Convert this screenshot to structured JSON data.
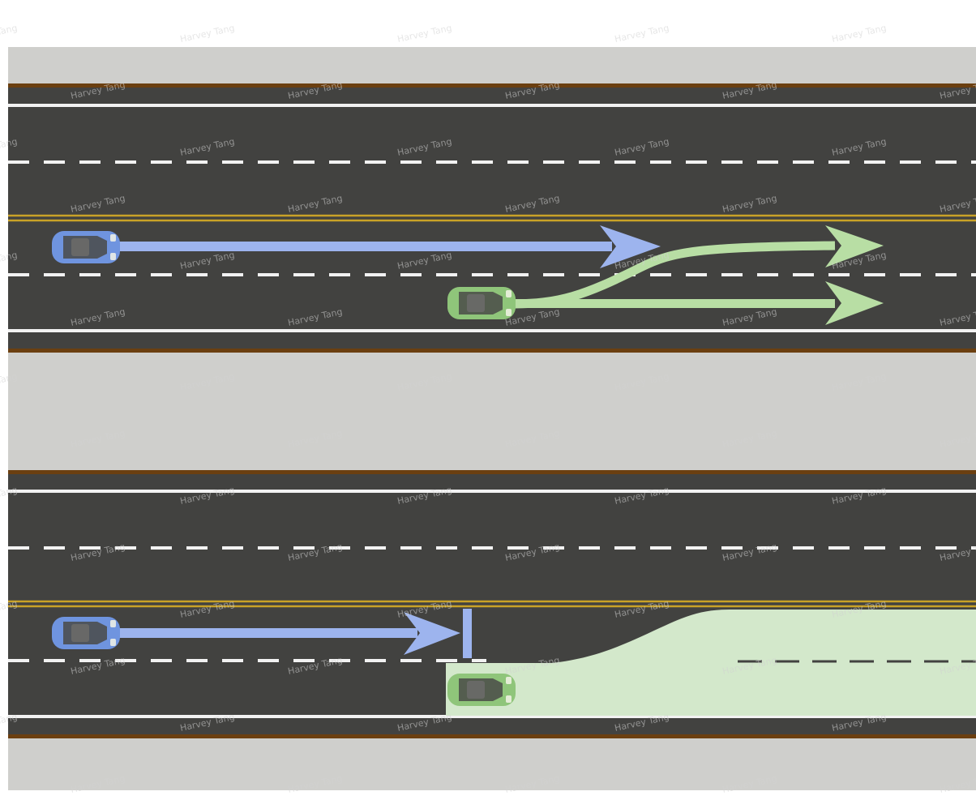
{
  "watermark": "Harvey Tang",
  "colors": {
    "background": "#ffffff",
    "ground": "#cfcfcc",
    "asphalt": "#424240",
    "road_edge": "#6b3f10",
    "lane_white": "#f2f2f2",
    "median_yellow": "#c9a227",
    "ego_vehicle": "#6f94df",
    "ego_path": "#9db4ee",
    "other_vehicle": "#8fc57a",
    "other_path": "#b8dea4",
    "occupancy_zone": "#d3e8cb"
  },
  "scenarios": [
    {
      "id": "top",
      "ego": {
        "icon": "car-icon",
        "path": "straight-arrow"
      },
      "other": {
        "icon": "car-icon",
        "paths": [
          "lane-change-left-arrow",
          "keep-lane-arrow"
        ]
      }
    },
    {
      "id": "bottom",
      "ego": {
        "icon": "car-icon",
        "path": "straight-arrow-with-stop-bar"
      },
      "other": {
        "icon": "car-icon",
        "zone": "predicted-occupancy-region"
      }
    }
  ]
}
